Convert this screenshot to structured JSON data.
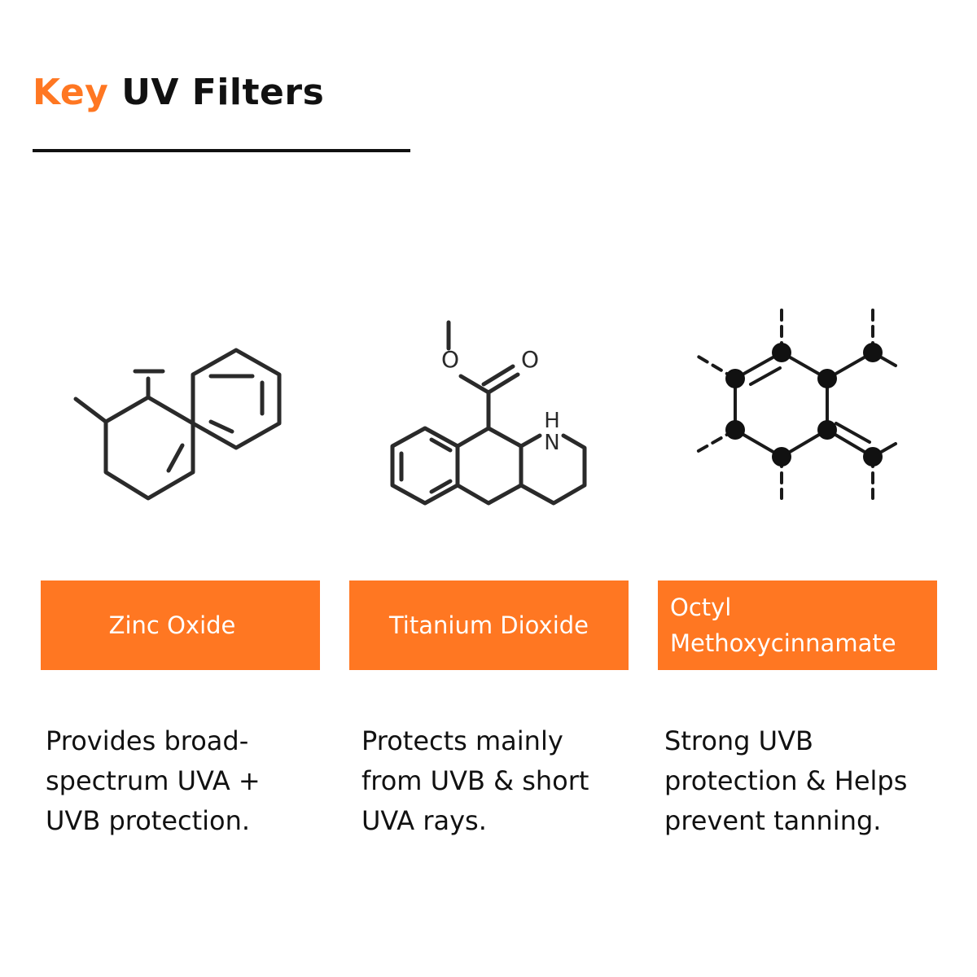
{
  "header": {
    "title_accent": "Key",
    "title_rest": "UV Filters",
    "accent_color": "#ff7722"
  },
  "filters": [
    {
      "name": "Zinc Oxide",
      "description_lines": [
        "Provides broad-",
        "spectrum UVA +",
        "UVB protection."
      ],
      "structure_icon": "bicyclic-molecule-icon"
    },
    {
      "name": "Titanium Dioxide",
      "description_lines": [
        "Protects mainly",
        "from UVB & short",
        "UVA rays."
      ],
      "structure_icon": "ester-amine-molecule-icon",
      "atom_labels": [
        "O",
        "O",
        "H",
        "N"
      ]
    },
    {
      "name_lines": [
        "Octyl",
        "Methoxycinnamate"
      ],
      "description_lines": [
        "Strong UVB",
        "protection & Helps",
        "prevent tanning."
      ],
      "structure_icon": "hexagonal-lattice-molecule-icon"
    }
  ]
}
